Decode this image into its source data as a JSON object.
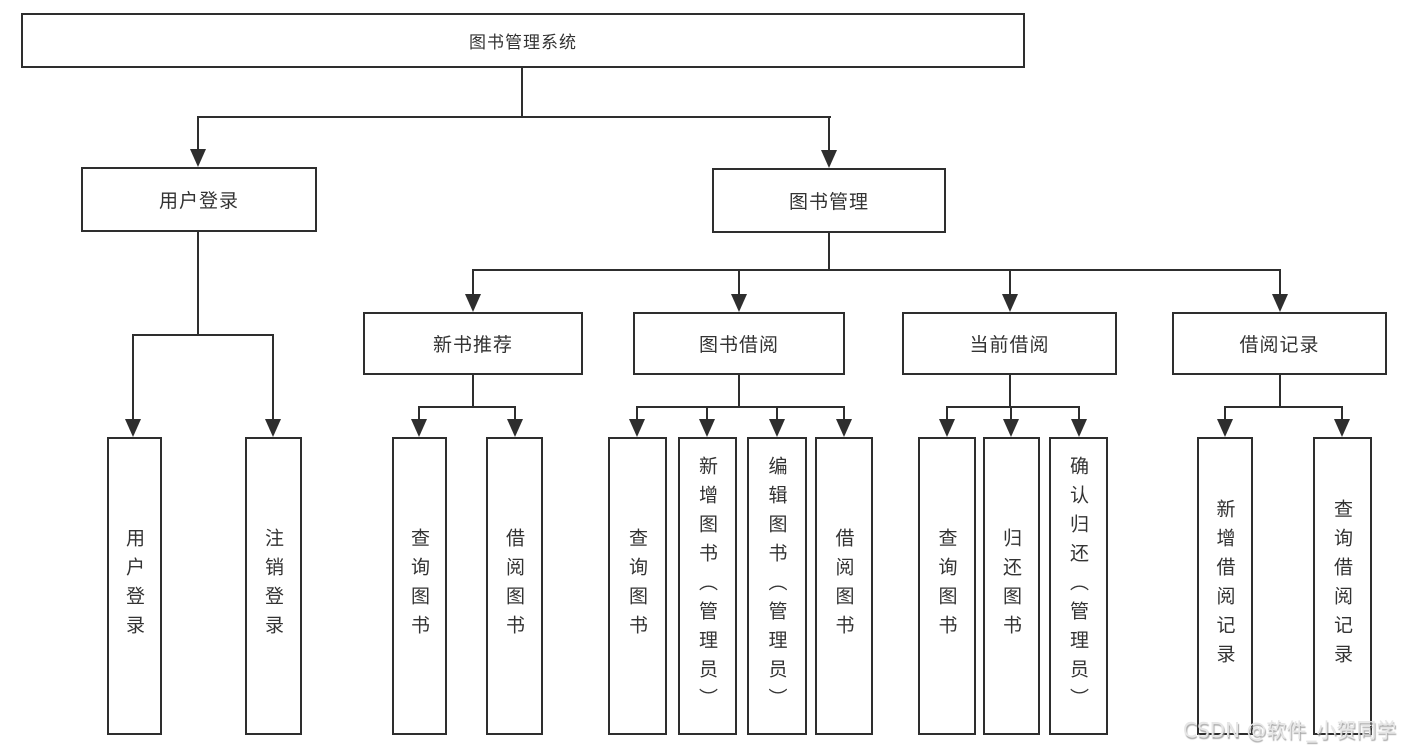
{
  "root": "图书管理系统",
  "level2": {
    "user_login": "用户登录",
    "book_mgmt": "图书管理"
  },
  "level3": {
    "new_books": "新书推荐",
    "book_borrow": "图书借阅",
    "current_borrow": "当前借阅",
    "borrow_records": "借阅记录"
  },
  "leaves": {
    "user_login": [
      "用户登录",
      "注销登录"
    ],
    "new_books": [
      "查询图书",
      "借阅图书"
    ],
    "book_borrow": [
      "查询图书",
      "新增图书（管理员）",
      "编辑图书（管理员）",
      "借阅图书"
    ],
    "current_borrow": [
      "查询图书",
      "归还图书",
      "确认归还（管理员）"
    ],
    "borrow_records": [
      "新增借阅记录",
      "查询借阅记录"
    ]
  },
  "watermark": "CSDN @软件_小贺同学",
  "colors": {
    "line": "#2e2e2e",
    "text": "#333333",
    "background": "#ffffff",
    "watermark": "#e6e6e6"
  }
}
